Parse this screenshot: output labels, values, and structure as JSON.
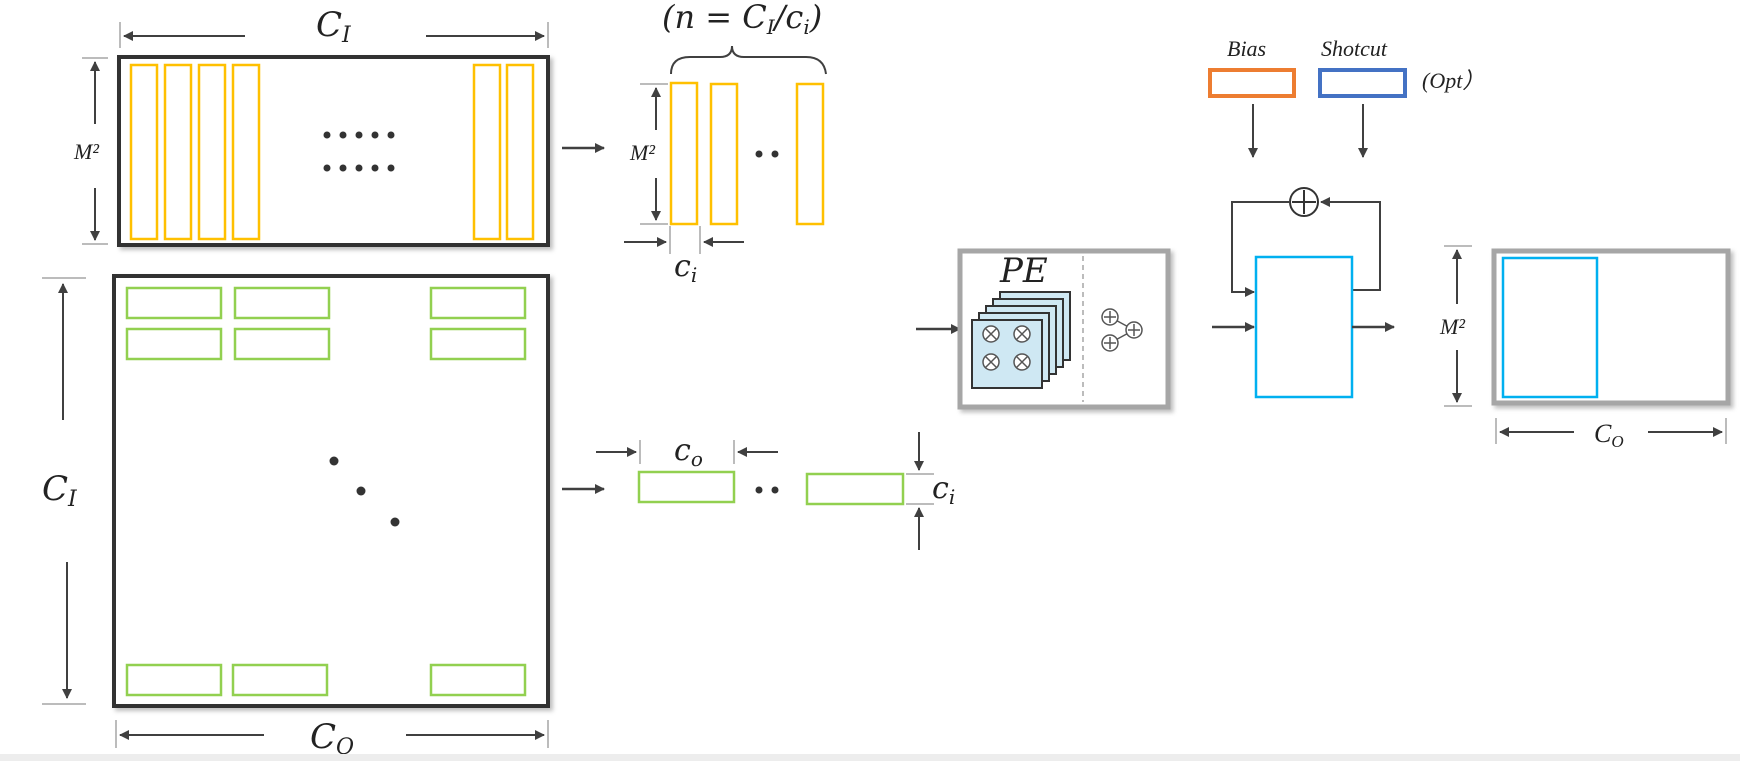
{
  "labels": {
    "ci_top": "C",
    "ci_top_sub": "I",
    "m2_top": "M²",
    "n_formula_open": "(n = C",
    "n_formula_sub": "I",
    "n_formula_mid": "/c",
    "n_formula_sub2": "i",
    "n_formula_close": ")",
    "m2_split": "M²",
    "ci_small": "c",
    "ci_small_sub": "i",
    "ci_left": "C",
    "ci_left_sub": "I",
    "co_bottom": "C",
    "co_bottom_sub": "O",
    "co_small": "c",
    "co_small_sub": "o",
    "ci_small_right": "c",
    "ci_small_right_sub": "i",
    "pe": "PE",
    "bias": "Bias",
    "shortcut": "Shotcut",
    "opt": "(Opt）",
    "m2_out": "M²",
    "co_out": "C",
    "co_out_sub": "O",
    "ellipsis": "··"
  },
  "colors": {
    "frame_dark": "#333333",
    "frame_gray": "#a6a6a6",
    "yellow": "#ffc000",
    "green": "#92d050",
    "orange": "#ed7d31",
    "blue": "#4472c4",
    "cyan": "#00b0f0",
    "pe_fill": "#cfe8f3",
    "arrow": "#404040"
  },
  "icons": {
    "add": "circle-plus-icon",
    "multiply": "circle-times-icon",
    "adder_tree": "adder-tree-icon"
  }
}
